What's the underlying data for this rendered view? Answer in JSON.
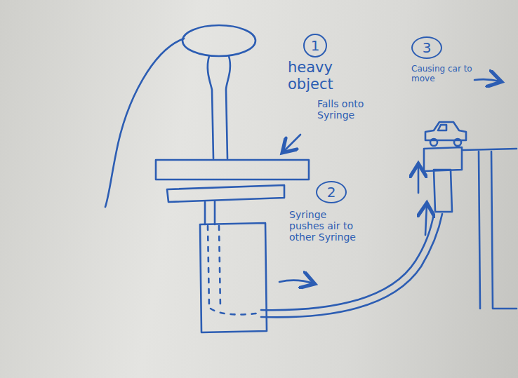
{
  "diagram": {
    "labels": [
      "1",
      "heavy object",
      "Falls onto Syringe",
      "2",
      "Syringe pushes air to other Syringe",
      "3",
      "Causing car to move"
    ]
  }
}
